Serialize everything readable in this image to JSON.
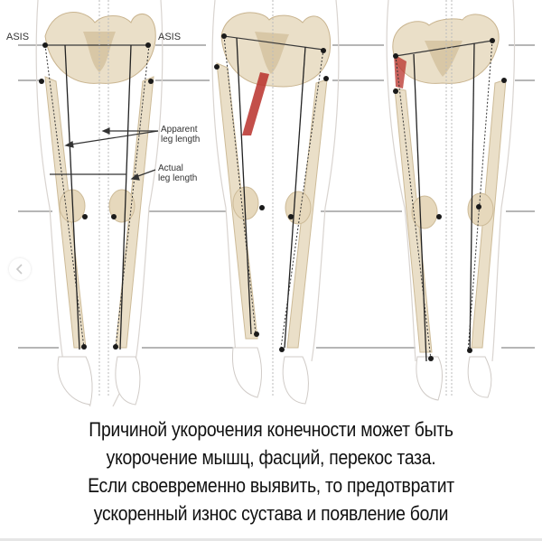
{
  "diagram": {
    "labels": {
      "asis_left": "ASIS",
      "asis_right": "ASIS",
      "apparent_line1": "Apparent",
      "apparent_line2": "leg length",
      "actual_line1": "Actual",
      "actual_line2": "leg length"
    },
    "panels": [
      {
        "name": "normal-alignment",
        "highlight": "none"
      },
      {
        "name": "pelvic-tilt-adductor",
        "highlight": "red muscle (adductor) on inner thigh"
      },
      {
        "name": "pelvic-tilt-hip-muscle",
        "highlight": "red muscle near left hip"
      }
    ],
    "colors": {
      "bone": "#eadfc8",
      "bone_shadow": "#d8c7a6",
      "skin_outline": "#d9d4d0",
      "muscle": "#b8302a",
      "reference_line": "#8a8a8a",
      "marker": "#1a1a1a"
    }
  },
  "caption": {
    "lines": [
      "Причиной укорочения конечности может быть",
      "укорочение мышц, фасций, перекос таза.",
      "Если своевременно выявить, то предотвратит",
      "ускоренный износ сустава и появление боли"
    ]
  },
  "navigation": {
    "prev_icon": "chevron-left-icon"
  }
}
